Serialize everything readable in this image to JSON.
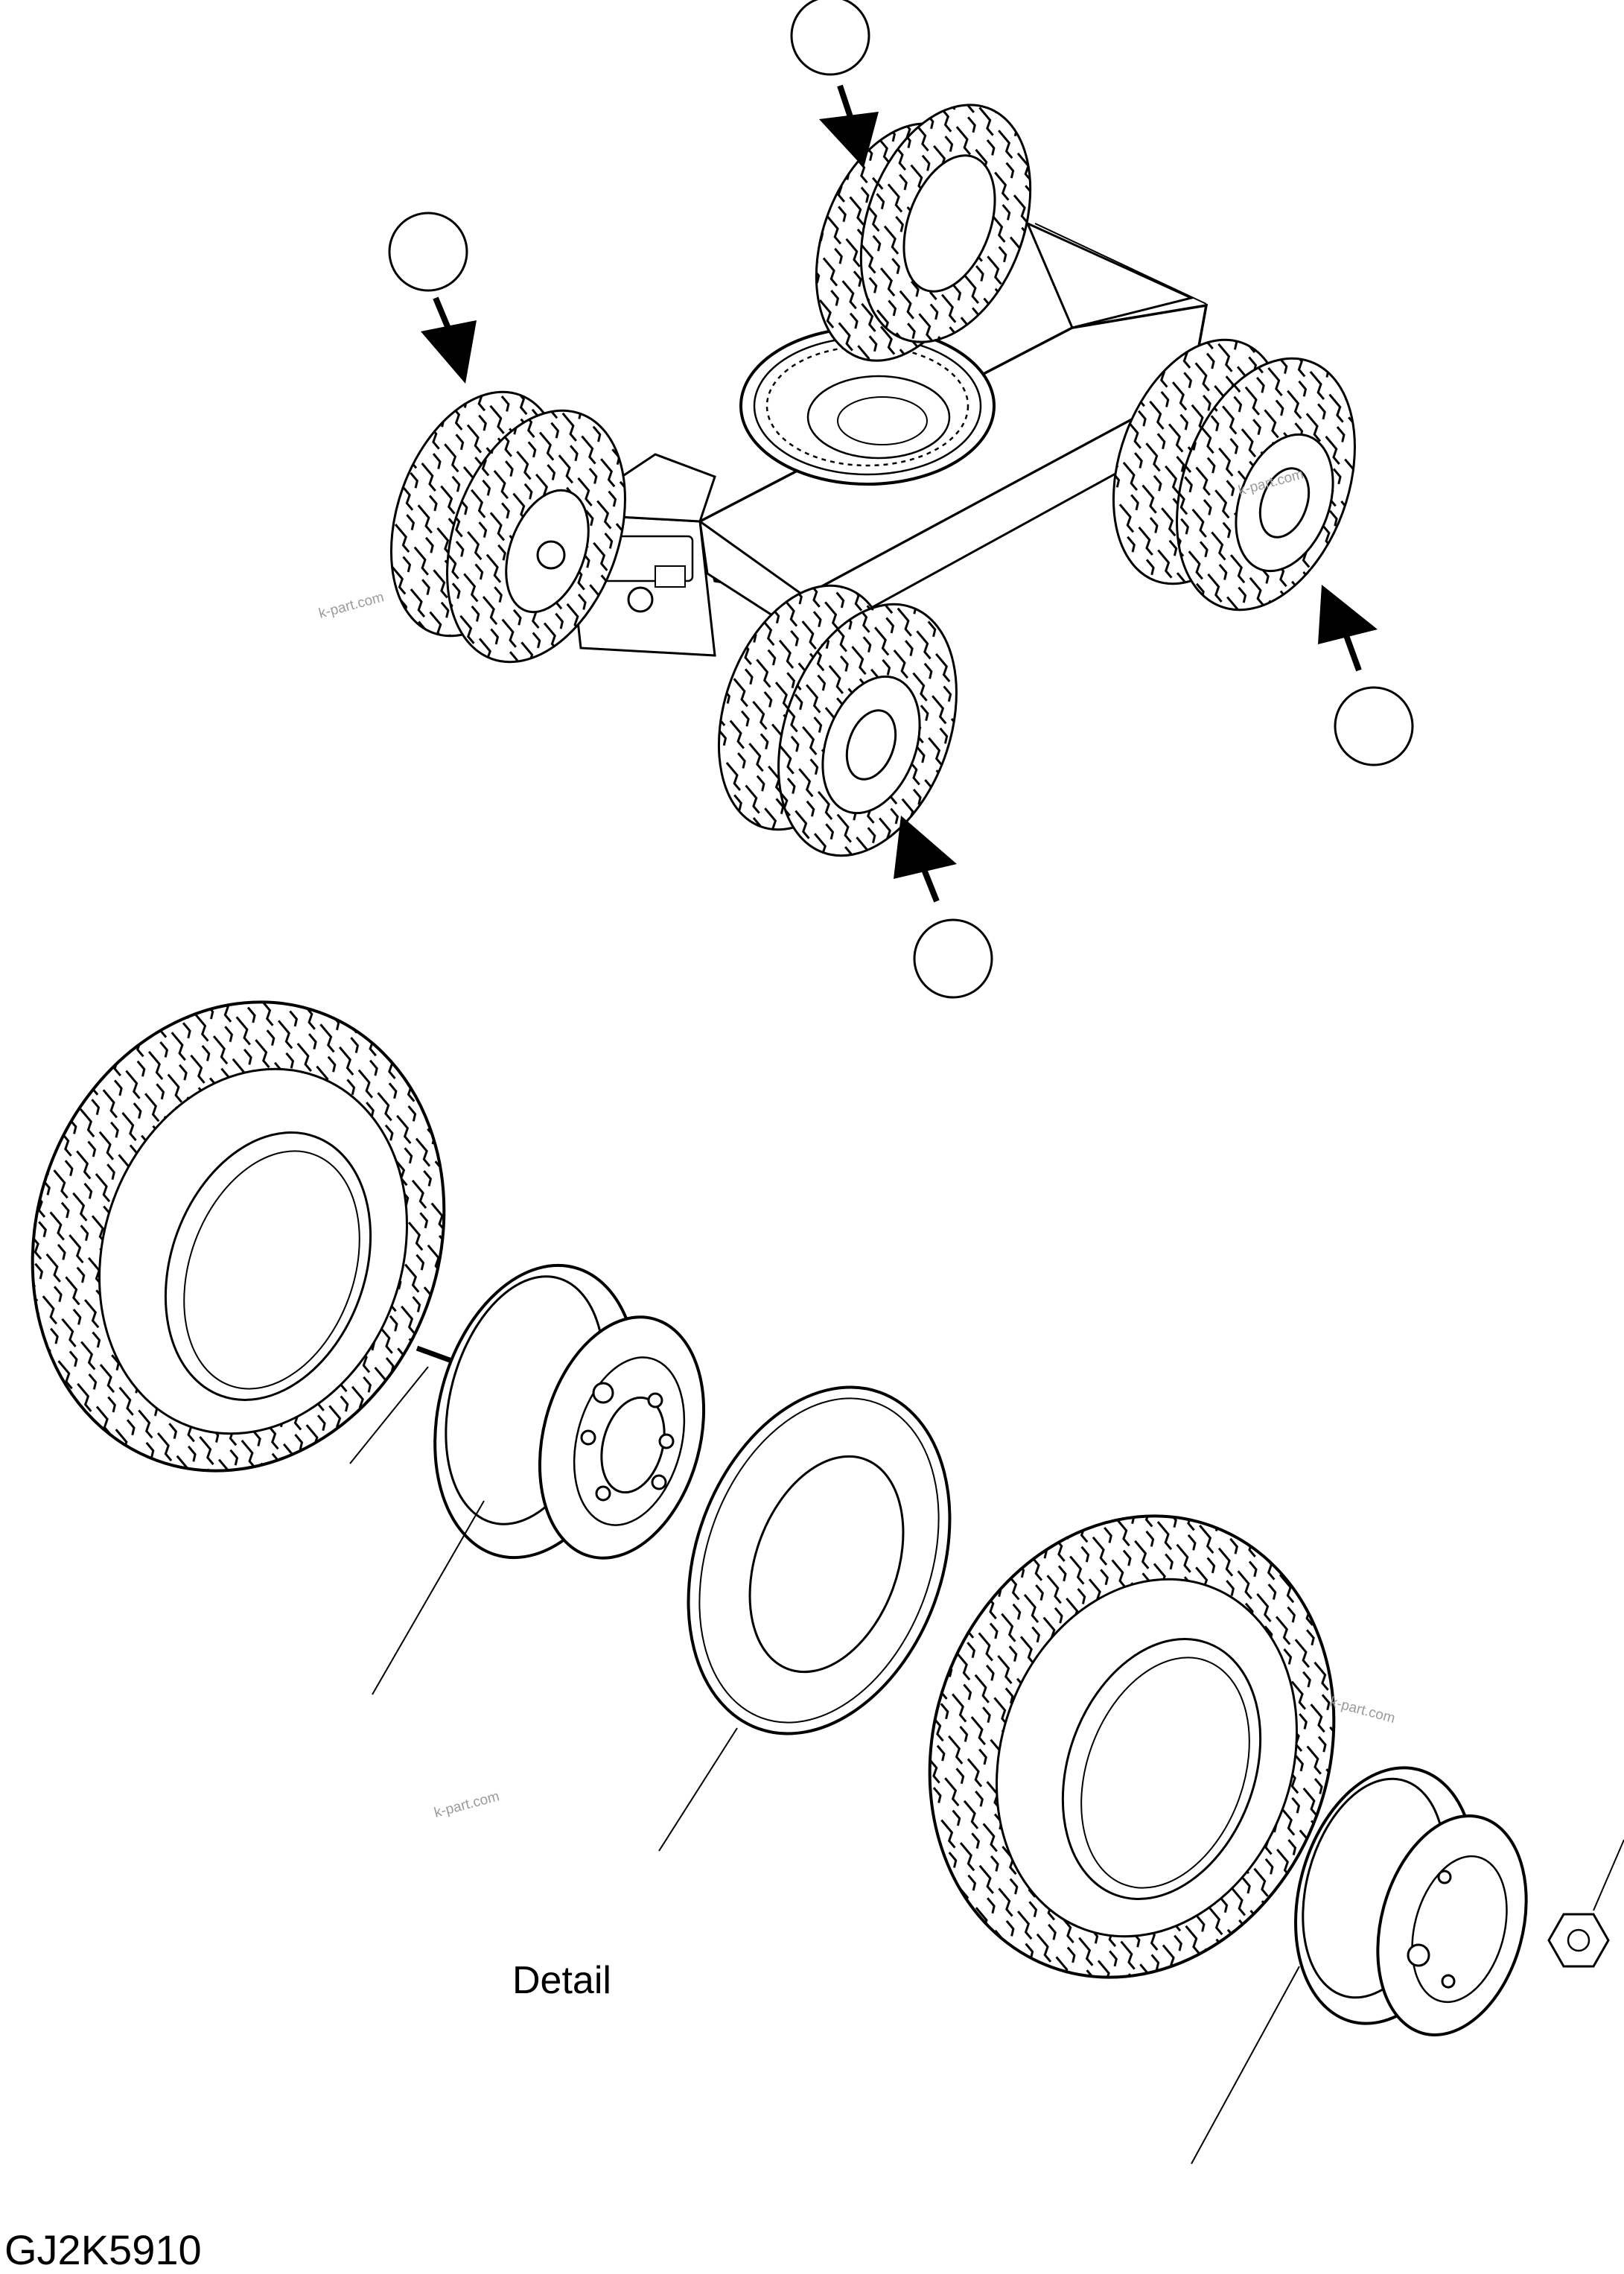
{
  "drawing_code": "GJ2K5910",
  "detail_label": "Detail",
  "watermark": "k-part.com",
  "callouts": [
    {
      "id": "front-left",
      "number": ""
    },
    {
      "id": "rear-left",
      "number": ""
    },
    {
      "id": "rear-right",
      "number": ""
    },
    {
      "id": "front-right",
      "number": ""
    }
  ],
  "colors": {
    "line": "#000000",
    "background": "#ffffff",
    "watermark": "#9a9a9a"
  }
}
